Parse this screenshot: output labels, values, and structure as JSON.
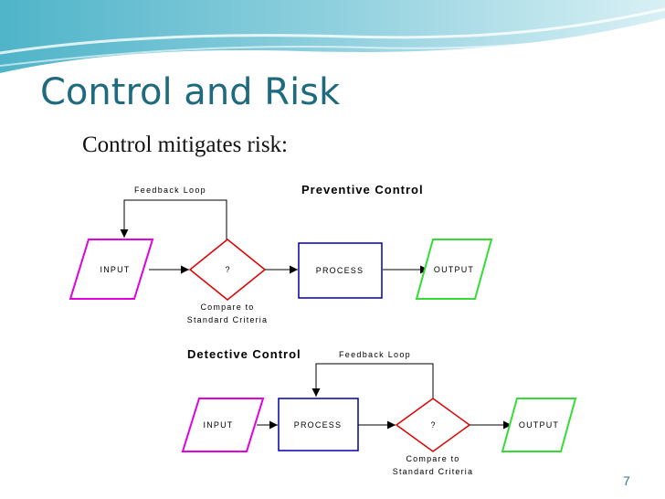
{
  "title": "Control and Risk",
  "subtitle": "Control mitigates risk:",
  "slide_number": "7",
  "colors": {
    "title": "#1e6a7e",
    "input_stroke": "#e000e0",
    "decision_stroke": "#dd0000",
    "process_stroke": "#0000aa",
    "output_stroke": "#33dd33"
  },
  "preventive": {
    "heading": "Preventive Control",
    "feedback_label": "Feedback Loop",
    "input_label": "INPUT",
    "decision_label": "?",
    "process_label": "PROCESS",
    "output_label": "OUTPUT",
    "compare_line1": "Compare to",
    "compare_line2": "Standard Criteria"
  },
  "detective": {
    "heading": "Detective Control",
    "feedback_label": "Feedback Loop",
    "input_label": "INPUT",
    "process_label": "PROCESS",
    "decision_label": "?",
    "output_label": "OUTPUT",
    "compare_line1": "Compare to",
    "compare_line2": "Standard Criteria"
  }
}
